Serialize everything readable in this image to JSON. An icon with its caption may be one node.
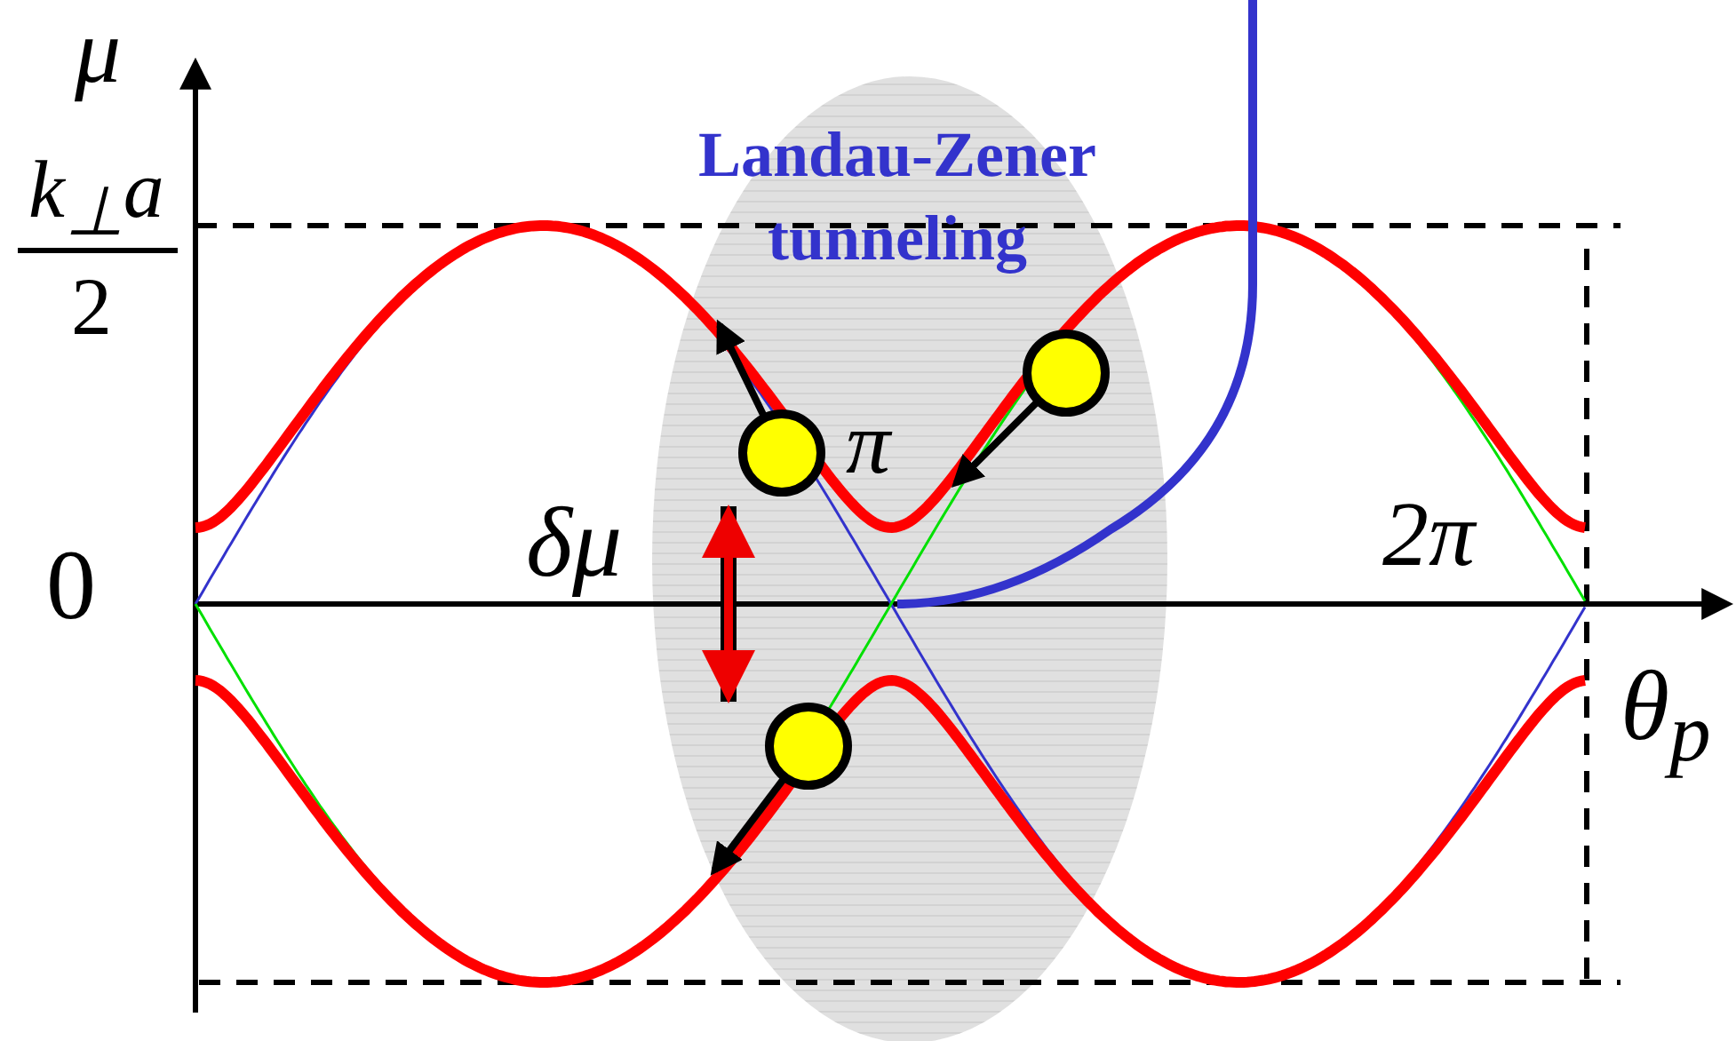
{
  "diagram": {
    "labels": [
      "μ",
      "Landau-Zener tunneling",
      "k$_{⊥}$a",
      "2",
      "π",
      "δμ",
      "0",
      "2π",
      "θ$_{p}$"
    ]
  }
}
